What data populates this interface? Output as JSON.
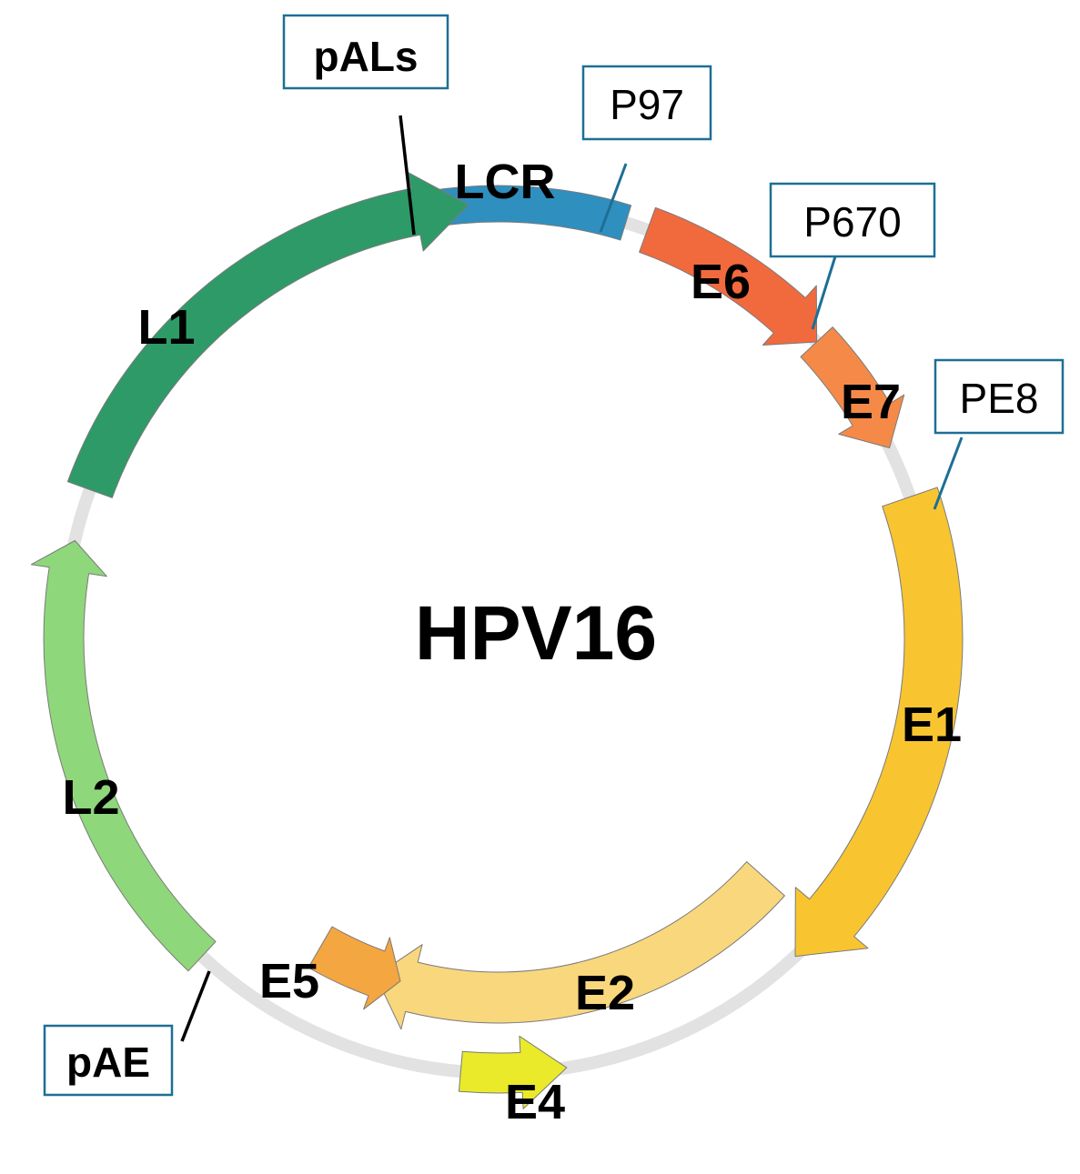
{
  "title": "HPV16",
  "genes": [
    {
      "id": "LCR",
      "label": "LCR",
      "color": "#2f8fbf",
      "arrow": false
    },
    {
      "id": "E6",
      "label": "E6",
      "color": "#f06a3e",
      "arrow": true
    },
    {
      "id": "E7",
      "label": "E7",
      "color": "#f58a48",
      "arrow": true
    },
    {
      "id": "E1",
      "label": "E1",
      "color": "#f8c531",
      "arrow": true
    },
    {
      "id": "E2",
      "label": "E2",
      "color": "#f9d77d",
      "arrow": true
    },
    {
      "id": "E4",
      "label": "E4",
      "color": "#eaea2a",
      "arrow": true
    },
    {
      "id": "E5",
      "label": "E5",
      "color": "#f4a640",
      "arrow": true
    },
    {
      "id": "L2",
      "label": "L2",
      "color": "#8fd77b",
      "arrow": true
    },
    {
      "id": "L1",
      "label": "L1",
      "color": "#2e9a68",
      "arrow": true
    }
  ],
  "promoters": [
    {
      "id": "P97",
      "label": "P97",
      "bold": false
    },
    {
      "id": "P670",
      "label": "P670",
      "bold": false
    },
    {
      "id": "PE8",
      "label": "PE8",
      "bold": false
    }
  ],
  "polyA_sites": [
    {
      "id": "pALs",
      "label": "pALs",
      "bold": true
    },
    {
      "id": "pAE",
      "label": "pAE",
      "bold": true
    }
  ]
}
